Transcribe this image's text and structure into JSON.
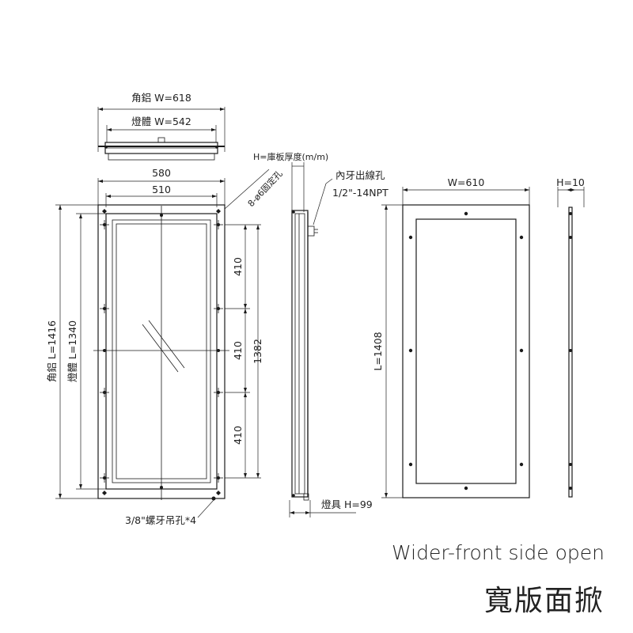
{
  "top_view": {
    "angle_alu_width": "角鋁 W=618",
    "body_width": "燈體 W=542"
  },
  "front_view": {
    "width_580": "580",
    "width_510": "510",
    "fixing_holes": "8-ø6固定孔",
    "spacing_1": "410",
    "spacing_2": "410",
    "spacing_3": "410",
    "total_1382": "1382",
    "angle_alu_length": "角鋁 L=1416",
    "body_length": "燈體 L=1340",
    "hanging_holes": "3/8\"螺牙吊孔*4"
  },
  "side_view": {
    "ceiling_thickness": "H=庫板厚度(m/m)",
    "conduit_hole": "內牙出線孔",
    "thread_spec": "1/2\"-14NPT",
    "fixture_height": "燈具 H=99"
  },
  "frame_view": {
    "width": "W=610",
    "length": "L=1408"
  },
  "frame_side_view": {
    "height": "H=10"
  },
  "titles": {
    "english": "Wider-front side open",
    "chinese": "寬版面掀"
  }
}
